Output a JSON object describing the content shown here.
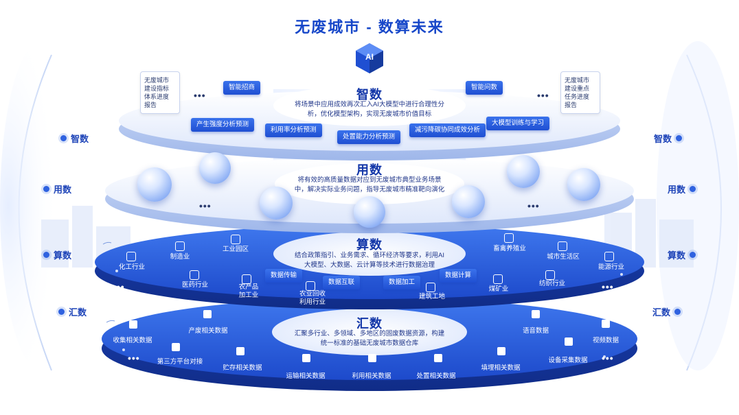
{
  "title": "无废城市 - 数算未来",
  "side_labels": [
    "智数",
    "用数",
    "算数",
    "汇数"
  ],
  "layers": {
    "zhishu": {
      "title": "智数",
      "desc": [
        "将场景中应用成效再次汇入AI大模型中进行合理性分",
        "析，优化模型架构，实现无废城市价值目标"
      ],
      "left_card": [
        "无废城市",
        "建设指标",
        "体系进度",
        "报告"
      ],
      "right_card": [
        "无废城市",
        "建设重点",
        "任务进度",
        "报告"
      ],
      "chips": [
        "智能招商",
        "产生强度分析预测",
        "利用率分析预测",
        "处置能力分析预测",
        "减污降碳协同成效分析",
        "大模型训练与学习",
        "智能问数"
      ],
      "more": "•••"
    },
    "yongshu": {
      "title": "用数",
      "desc": [
        "将有效的高质量数据对应到无废城市典型业务场景",
        "中，解决实际业务问题，指导无废城市精准靶向演化"
      ],
      "more": "•••"
    },
    "suanshu": {
      "title": "算数",
      "desc": [
        "结合政策指引、业务需求、循环经济等要求，利用AI",
        "大模型、大数据、云计算等技术进行数据治理"
      ],
      "processes": [
        "数据传输",
        "数据互联",
        "数据加工",
        "数据计算"
      ],
      "industries_left": [
        "化工行业",
        "制造业",
        "工业园区",
        "医药行业",
        "农产品\n加工业",
        "农业回收\n利用行业"
      ],
      "industries_right": [
        "畜禽养殖业",
        "城市生活区",
        "能源行业",
        "纺织行业",
        "煤矿业",
        "建筑工地"
      ],
      "more": "•••"
    },
    "huishu": {
      "title": "汇数",
      "desc": [
        "汇聚多行业、多领域、多地区的固废数据资源，构建",
        "统一标准的基础无废城市数据仓库"
      ],
      "data_items": [
        "收集相关数据",
        "产废相关数据",
        "第三方平台对接",
        "贮存相关数据",
        "运输相关数据",
        "利用相关数据",
        "处置相关数据",
        "填埋相关数据",
        "设备采集数据",
        "语音数据",
        "视频数据"
      ],
      "more": "•••"
    }
  },
  "colors": {
    "accent": "#1f4fd2",
    "title": "#1747c9",
    "light_layer": "#eef3ff",
    "dark_layer": "#1f4fd2"
  },
  "icons": [
    "ai-brain-icon",
    "robot-icon",
    "chart-icon",
    "co2-icon",
    "ai-chip-icon",
    "factory-icon",
    "truck-icon",
    "recycle-icon",
    "box-icon",
    "microphone-icon",
    "video-icon"
  ]
}
